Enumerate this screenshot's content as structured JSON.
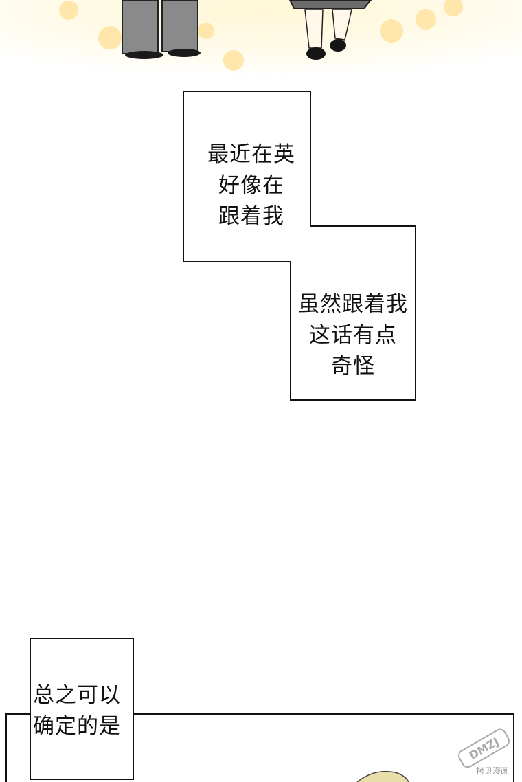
{
  "captions": [
    {
      "text": "最近在英\n好像在\n跟着我"
    },
    {
      "text": "虽然跟着我\n这话有点\n奇怪"
    },
    {
      "text": "总之可以\n确定的是"
    }
  ],
  "watermark": {
    "logo": "DMZJ",
    "sub": "拷贝漫画"
  },
  "colors": {
    "glow": "#fff3c4",
    "flower": "#ffd98a",
    "ink": "#111111"
  }
}
